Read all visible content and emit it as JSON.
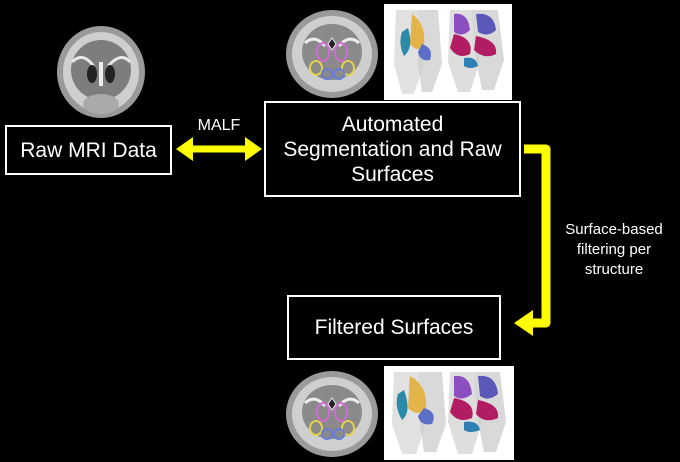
{
  "nodes": {
    "raw_mri": "Raw MRI Data",
    "auto_seg": "Automated\nSegmentation and Raw\nSurfaces",
    "filtered": "Filtered Surfaces"
  },
  "edges": {
    "malf": "MALF",
    "surface_filtering": "Surface-based\nfiltering per\nstructure"
  },
  "colors": {
    "background": "#000000",
    "box_border": "#ffffff",
    "arrow": "#ffff00",
    "text": "#ffffff"
  },
  "images": {
    "raw_brain": "coronal-mri-slice",
    "seg_brain": "coronal-mri-slice-with-segmentation-outlines",
    "raw_surfaces": "subcortical-raw-surface-renders",
    "filtered_brain": "coronal-mri-slice-with-segmentation-outlines",
    "filtered_surfaces": "subcortical-filtered-surface-renders"
  }
}
